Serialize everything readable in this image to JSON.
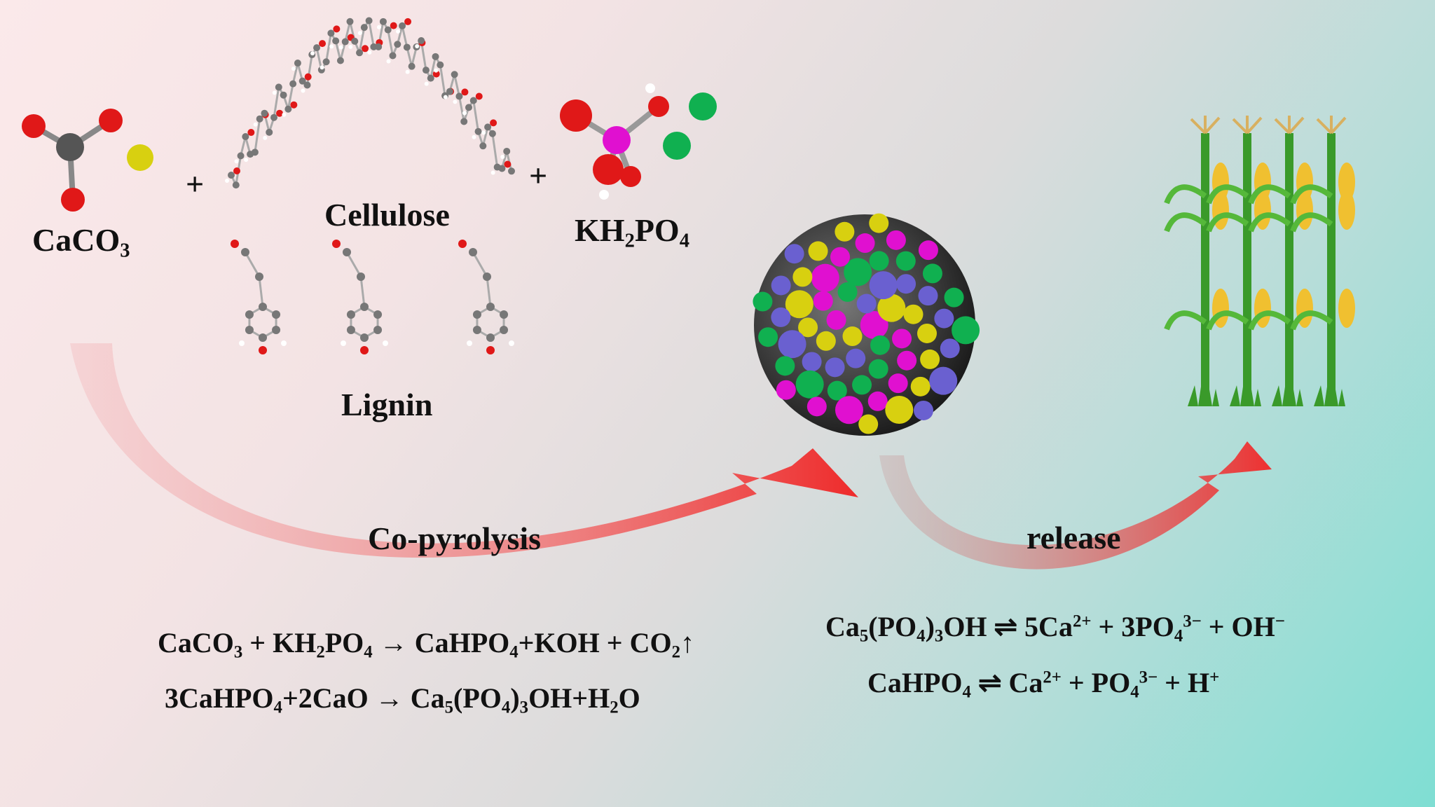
{
  "labels": {
    "caco3": [
      {
        "t": "CaCO"
      },
      {
        "t": "3",
        "s": "sub"
      }
    ],
    "cellulose": "Cellulose",
    "kh2po4": [
      {
        "t": "KH"
      },
      {
        "t": "2",
        "s": "sub"
      },
      {
        "t": "PO"
      },
      {
        "t": "4",
        "s": "sub"
      }
    ],
    "lignin": "Lignin",
    "plus": "+",
    "copyrolysis": "Co-pyrolysis",
    "release": "release"
  },
  "equations": {
    "eq1": [
      {
        "t": "CaCO"
      },
      {
        "t": "3",
        "s": "sub"
      },
      {
        "t": " + KH"
      },
      {
        "t": "2",
        "s": "sub"
      },
      {
        "t": "PO"
      },
      {
        "t": "4",
        "s": "sub"
      },
      {
        "t": " → CaHPO"
      },
      {
        "t": "4",
        "s": "sub"
      },
      {
        "t": "+KOH + CO"
      },
      {
        "t": "2",
        "s": "sub"
      },
      {
        "t": "↑"
      }
    ],
    "eq2": [
      {
        "t": "3CaHPO"
      },
      {
        "t": "4",
        "s": "sub"
      },
      {
        "t": "+2CaO → Ca"
      },
      {
        "t": "5",
        "s": "sub"
      },
      {
        "t": "(PO"
      },
      {
        "t": "4",
        "s": "sub"
      },
      {
        "t": ")"
      },
      {
        "t": "3",
        "s": "sub"
      },
      {
        "t": "OH+H"
      },
      {
        "t": "2",
        "s": "sub"
      },
      {
        "t": "O"
      }
    ],
    "eq3": [
      {
        "t": "Ca"
      },
      {
        "t": "5",
        "s": "sub"
      },
      {
        "t": "(PO"
      },
      {
        "t": "4",
        "s": "sub"
      },
      {
        "t": ")"
      },
      {
        "t": "3",
        "s": "sub"
      },
      {
        "t": "OH ⇌ 5Ca"
      },
      {
        "t": "2+",
        "s": "sup"
      },
      {
        "t": " + 3PO"
      },
      {
        "t": "4",
        "s": "sub"
      },
      {
        "t": "3−",
        "s": "sup"
      },
      {
        "t": " + OH"
      },
      {
        "t": "−",
        "s": "sup"
      }
    ],
    "eq4": [
      {
        "t": "CaHPO"
      },
      {
        "t": "4",
        "s": "sub"
      },
      {
        "t": " ⇌ Ca"
      },
      {
        "t": "2+",
        "s": "sup"
      },
      {
        "t": " + PO"
      },
      {
        "t": "4",
        "s": "sub"
      },
      {
        "t": "3−",
        "s": "sup"
      },
      {
        "t": " + H"
      },
      {
        "t": "+",
        "s": "sup"
      }
    ]
  },
  "colors": {
    "oxygen": "#e01818",
    "carbon": "#555555",
    "calcium": "#d8d010",
    "phosphorus": "#e010d0",
    "potassium": "#10b050",
    "arrow": "#ee3b3b"
  }
}
